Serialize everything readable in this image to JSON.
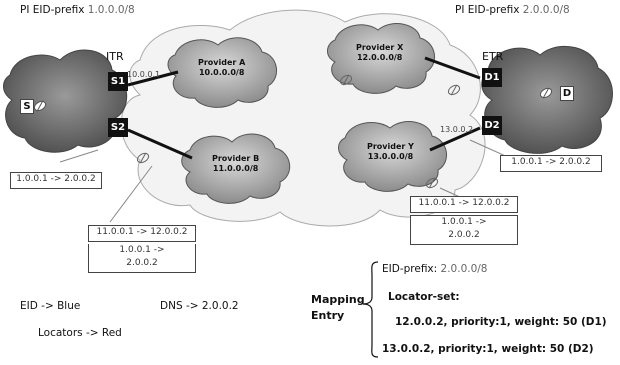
{
  "headers": {
    "left_prefix_label": "PI EID-prefix",
    "left_prefix_value": "1.0.0.0/8",
    "right_prefix_label": "PI EID-prefix",
    "right_prefix_value": "2.0.0.0/8"
  },
  "roles": {
    "itr": "ITR",
    "etr": "ETR"
  },
  "routers": {
    "s1": "S1",
    "s2": "S2",
    "d1": "D1",
    "d2": "D2"
  },
  "hosts": {
    "source": "S",
    "dest": "D"
  },
  "providers": {
    "a": {
      "name": "Provider A",
      "prefix": "10.0.0.0/8"
    },
    "b": {
      "name": "Provider B",
      "prefix": "11.0.0.0/8"
    },
    "x": {
      "name": "Provider X",
      "prefix": "12.0.0.0/8"
    },
    "y": {
      "name": "Provider Y",
      "prefix": "13.0.0.0/8"
    }
  },
  "link_ips": {
    "s1": "10.0.0.1",
    "d2": "13.0.0.2"
  },
  "packets": {
    "left_inner": "1.0.0.1 -> 2.0.0.2",
    "right_inner": "1.0.0.1 -> 2.0.0.2",
    "bottom_left_outer": "11.0.0.1 -> 12.0.0.2",
    "bottom_left_inner_1": "1.0.0.1 ->",
    "bottom_left_inner_2": "2.0.0.2",
    "bottom_right_outer": "11.0.0.1 -> 12.0.0.2",
    "bottom_right_inner_1": "1.0.0.1 ->",
    "bottom_right_inner_2": "2.0.0.2"
  },
  "legend": {
    "eid": "EID -> Blue",
    "locators": "Locators -> Red",
    "dns": "DNS -> 2.0.0.2"
  },
  "mapping": {
    "title_1": "Mapping",
    "title_2": "Entry",
    "eid_label": "EID-prefix:",
    "eid_value": "2.0.0.0/8",
    "locator_set": "Locator-set:",
    "entry_1": "12.0.0.2, priority:1, weight: 50 (D1)",
    "entry_2": "13.0.0.2, priority:1, weight: 50 (D2)"
  },
  "colors": {
    "cloud_dark": "#7f7f7f",
    "cloud_light": "#f2f2f2",
    "router": "#111111"
  }
}
